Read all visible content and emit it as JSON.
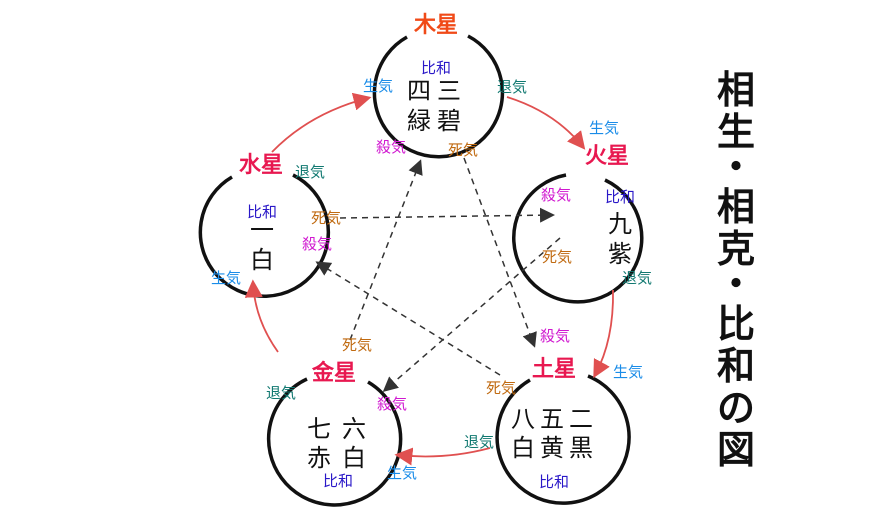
{
  "stars": {
    "wood": {
      "name": "木星",
      "lines": [
        "三",
        "碧"
      ],
      "lines2": [
        "四",
        "緑"
      ]
    },
    "fire": {
      "name": "火星",
      "lines": [
        "九",
        "紫"
      ]
    },
    "earth": {
      "name": "土星",
      "lines": [
        "八",
        "白"
      ],
      "lines2": [
        "五",
        "黄"
      ],
      "lines3": [
        "二",
        "黒"
      ]
    },
    "metal": {
      "name": "金星",
      "lines": [
        "六",
        "白"
      ],
      "lines2": [
        "七",
        "赤"
      ]
    },
    "water": {
      "name": "水星",
      "lines": [
        "一",
        "白"
      ]
    }
  },
  "labels": {
    "sei": "生気",
    "tai": "退気",
    "shi": "死気",
    "satsu": "殺気",
    "hiwa": "比和"
  },
  "title_chars": [
    "相",
    "生",
    "・",
    "相",
    "克",
    "・",
    "比",
    "和",
    "の",
    "図"
  ],
  "colors": {
    "generating_arrow": "#e05050",
    "controlling_arrow": "#333333",
    "wood_star": "#f04a18",
    "other_star": "#e81850",
    "sei": "#1a8ce8",
    "tai": "#107870",
    "shi": "#c06a10",
    "satsu": "#d018d0",
    "hiwa": "#2a18c8"
  }
}
